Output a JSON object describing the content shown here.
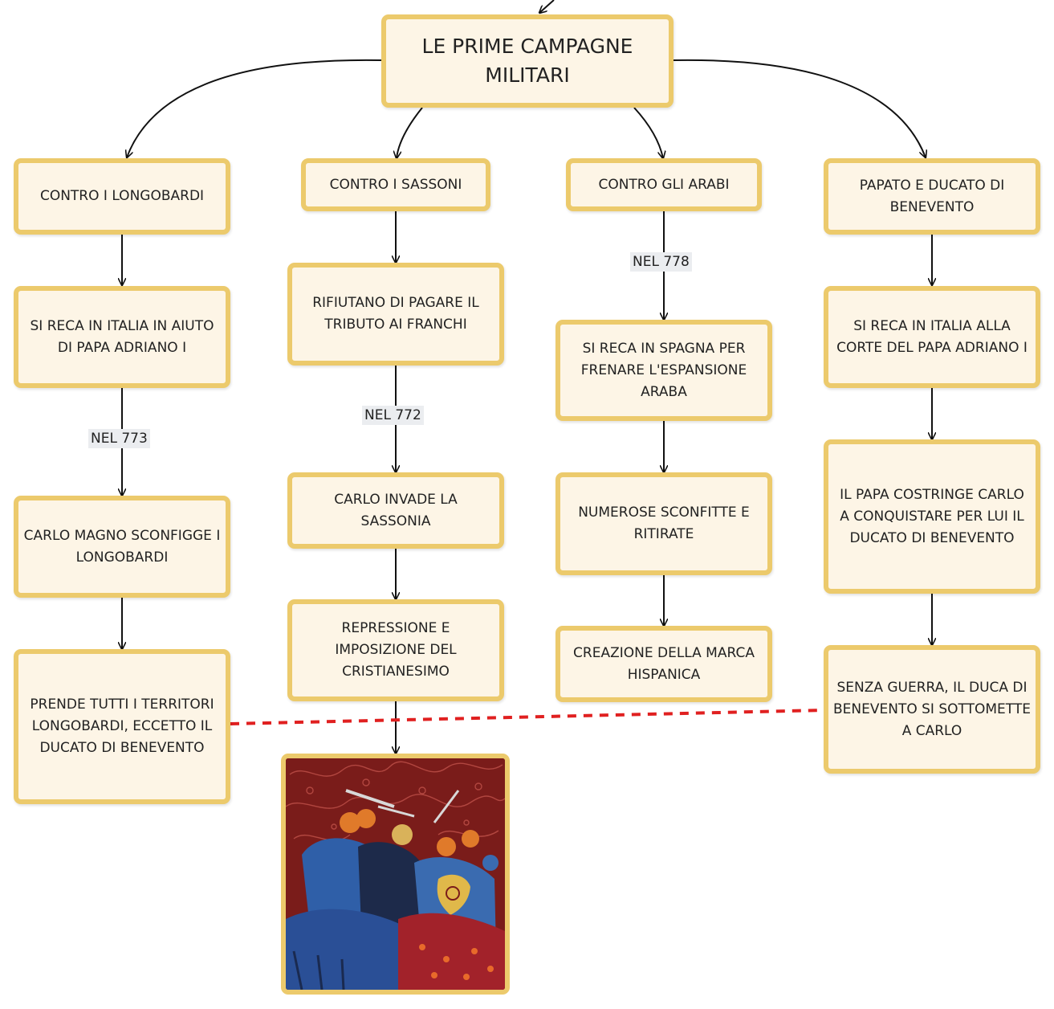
{
  "title": "LE PRIME CAMPAGNE MILITARI",
  "columns": [
    {
      "header": "CONTRO I LONGOBARDI",
      "steps": [
        "SI RECA IN ITALIA IN AIUTO DI PAPA ADRIANO I",
        "CARLO MAGNO SCONFIGGE I LONGOBARDI",
        "PRENDE TUTTI I TERRITORI LONGOBARDI, ECCETTO IL DUCATO DI BENEVENTO"
      ],
      "edge_labels": [
        "NEL 773"
      ]
    },
    {
      "header": "CONTRO I SASSONI",
      "steps": [
        "RIFIUTANO DI PAGARE IL TRIBUTO AI FRANCHI",
        "CARLO INVADE LA SASSONIA",
        "REPRESSIONE E IMPOSIZIONE DEL CRISTIANESIMO"
      ],
      "edge_labels": [
        "NEL 772"
      ]
    },
    {
      "header": "CONTRO GLI ARABI",
      "steps": [
        "SI RECA IN SPAGNA PER FRENARE L'ESPANSIONE ARABA",
        "NUMEROSE SCONFITTE E RITIRATE",
        "CREAZIONE DELLA MARCA HISPANICA"
      ],
      "edge_labels": [
        "NEL 778"
      ]
    },
    {
      "header": "PAPATO E DUCATO DI BENEVENTO",
      "steps": [
        "SI RECA IN ITALIA ALLA CORTE DEL PAPA ADRIANO I",
        "IL PAPA COSTRINGE CARLO A CONQUISTARE PER LUI IL DUCATO DI BENEVENTO",
        "SENZA GUERRA, IL DUCA DI BENEVENTO SI SOTTOMETTE A CARLO"
      ],
      "edge_labels": []
    }
  ],
  "colors": {
    "node_fill": "#fdf5e6",
    "node_border": "#ecca6c",
    "arrow": "#111111",
    "dashed_link": "#e02020",
    "label_bg": "#ebedf0"
  },
  "picture": {
    "icon": "medieval-battle-illustration"
  }
}
